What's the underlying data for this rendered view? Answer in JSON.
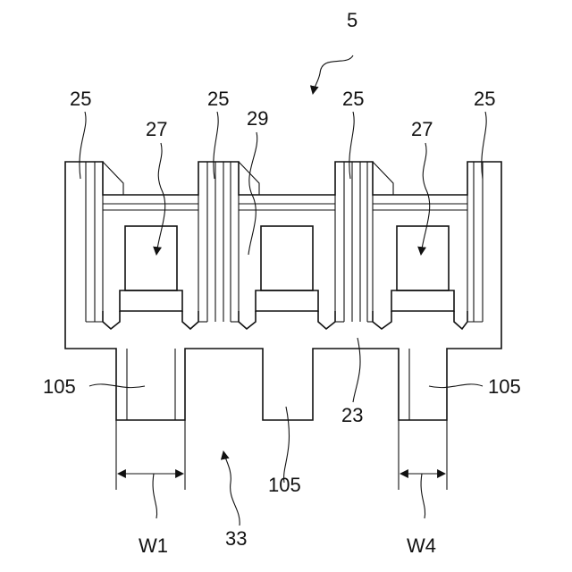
{
  "figure": {
    "labels": {
      "assembly": "5",
      "wall_left": "25",
      "wall_mid_left": "25",
      "wall_mid_right": "25",
      "wall_right": "25",
      "cavity_left": "27",
      "cavity_mid": "29",
      "cavity_right": "27",
      "base": "23",
      "foot_left": "105",
      "foot_mid": "105",
      "foot_right": "105",
      "slot": "33",
      "width_left": "W1",
      "width_right": "W4"
    }
  }
}
